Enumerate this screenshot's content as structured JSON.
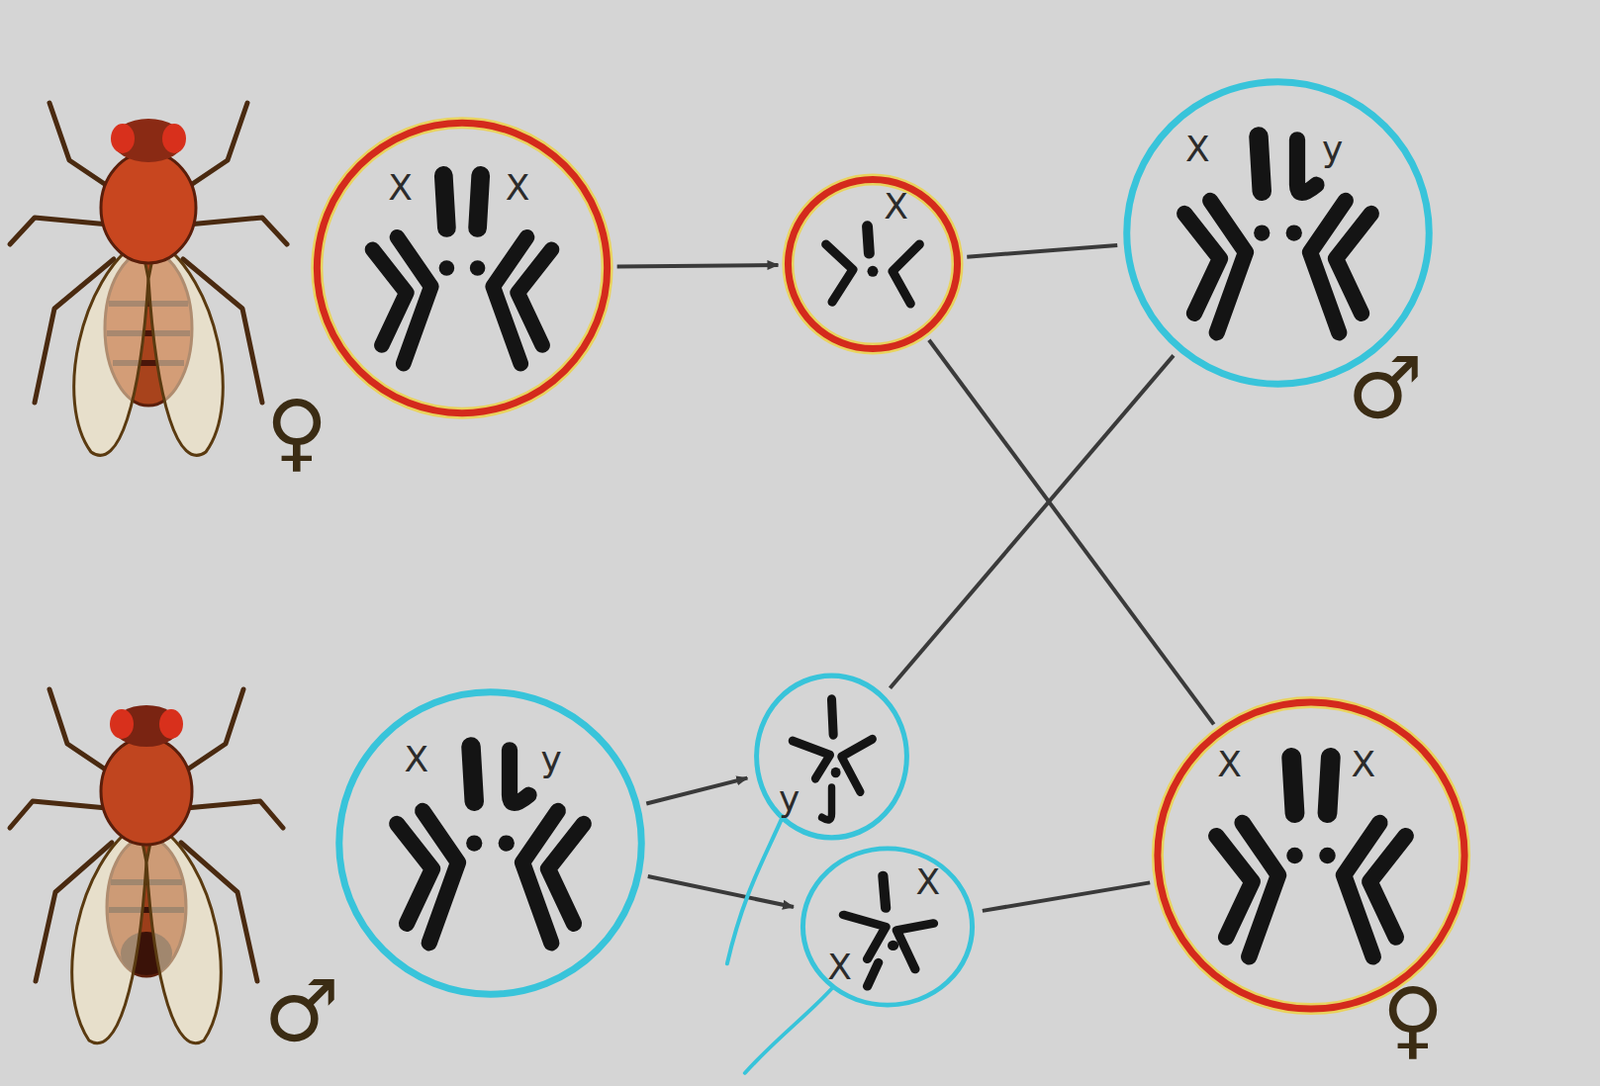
{
  "diagram": {
    "nodes": [
      {
        "text": [
          "X",
          "X"
        ]
      },
      {
        "text": [
          "X"
        ]
      },
      {
        "text": [
          "X",
          "y"
        ]
      },
      {
        "text": [
          "X",
          "y"
        ]
      },
      {
        "text": [
          "y"
        ]
      },
      {
        "text": [
          "X",
          "X"
        ]
      },
      {
        "text": [
          "X",
          "X"
        ]
      }
    ],
    "edges": [
      {
        "from": 0,
        "to": 1,
        "arrow": "to"
      },
      {
        "from": 3,
        "to": 4,
        "arrow": "to"
      },
      {
        "from": 3,
        "to": 5,
        "arrow": "to"
      },
      {
        "from": 1,
        "to": 2,
        "arrow": "none"
      },
      {
        "from": 1,
        "to": 6,
        "arrow": "none"
      },
      {
        "from": 4,
        "to": 2,
        "arrow": "none"
      },
      {
        "from": 5,
        "to": 6,
        "arrow": "none"
      }
    ],
    "labels": [
      "♀",
      "♂",
      "♂",
      "♀"
    ]
  }
}
